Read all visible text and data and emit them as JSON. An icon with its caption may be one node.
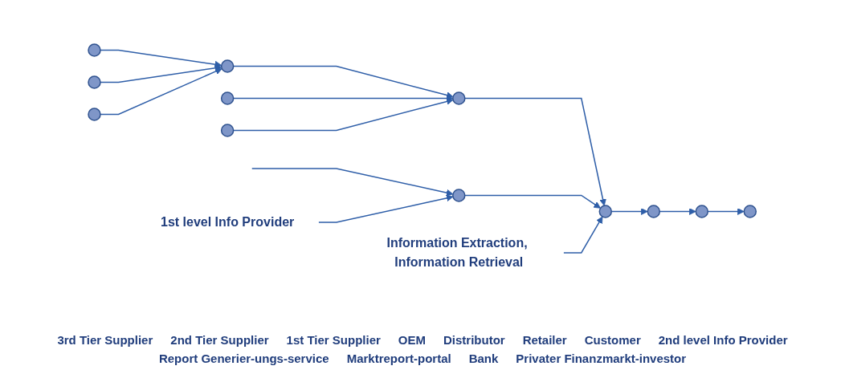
{
  "diagram": {
    "nodes": [
      {
        "text": [],
        "shape": "circle"
      },
      {
        "text": [],
        "shape": "circle"
      },
      {
        "text": [],
        "shape": "circle"
      },
      {
        "text": [],
        "shape": "circle"
      },
      {
        "text": [],
        "shape": "circle"
      },
      {
        "text": [],
        "shape": "circle"
      },
      {
        "text": [],
        "shape": "circle"
      },
      {
        "text": [],
        "shape": "circle"
      },
      {
        "text": [],
        "shape": "circle"
      },
      {
        "text": [],
        "shape": "circle"
      },
      {
        "text": [],
        "shape": "circle"
      },
      {
        "text": [],
        "shape": "circle"
      },
      {
        "text": [
          "1st level Info Provider"
        ]
      },
      {
        "text": [
          "Information Extraction, Information Retrieval"
        ]
      }
    ],
    "edges": [
      {
        "from": 0,
        "to": 3,
        "arrow": "to"
      },
      {
        "from": 1,
        "to": 3,
        "arrow": "to"
      },
      {
        "from": 2,
        "to": 3,
        "arrow": "to"
      },
      {
        "from": 3,
        "to": 6,
        "arrow": "to"
      },
      {
        "from": 4,
        "to": 6,
        "arrow": "to"
      },
      {
        "from": 5,
        "to": 6,
        "arrow": "to"
      },
      {
        "from": 6,
        "to": 8,
        "arrow": "to"
      },
      {
        "from": null,
        "to": 7,
        "arrow": "to"
      },
      {
        "from": 12,
        "to": 7,
        "arrow": "to"
      },
      {
        "from": 7,
        "to": 8,
        "arrow": "to"
      },
      {
        "from": 13,
        "to": 8,
        "arrow": "to"
      },
      {
        "from": 8,
        "to": 9,
        "arrow": "to"
      },
      {
        "from": 9,
        "to": 10,
        "arrow": "to"
      },
      {
        "from": 10,
        "to": 11,
        "arrow": "to"
      }
    ],
    "labels": [
      "3rd Tier Supplier",
      "2nd Tier Supplier",
      "1st Tier Supplier",
      "OEM",
      "Distributor",
      "Retailer",
      "Customer",
      "2nd level Info Provider",
      "Report Generier-ungs-service",
      "Marktreport-portal",
      "Bank",
      "Privater Finanzmarkt-investor"
    ]
  }
}
